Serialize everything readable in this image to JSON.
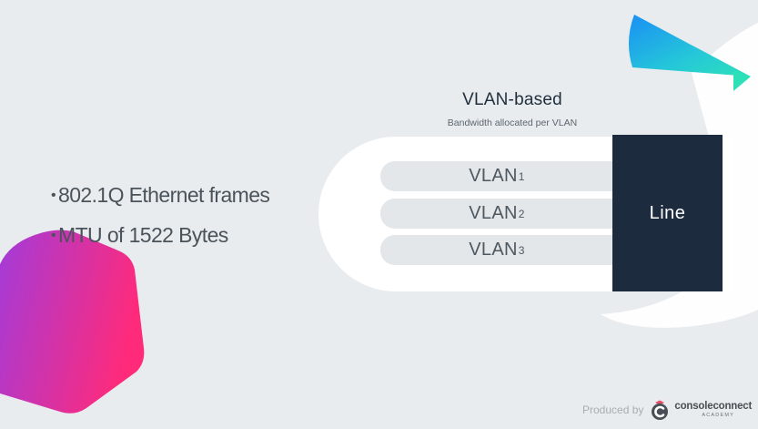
{
  "diagram": {
    "title": "VLAN-based",
    "subtitle": "Bandwidth allocated per VLAN",
    "vlans": [
      {
        "label": "VLAN",
        "sub": "1"
      },
      {
        "label": "VLAN",
        "sub": "2"
      },
      {
        "label": "VLAN",
        "sub": "3"
      }
    ],
    "line_label": "Line"
  },
  "bullets": [
    {
      "text": "802.1Q Ethernet frames"
    },
    {
      "text": "MTU of 1522 Bytes"
    }
  ],
  "footer": {
    "produced_by": "Produced by",
    "brand_name": "consoleconnect",
    "brand_sub": "ACADEMY"
  },
  "colors": {
    "background": "#e9ecee",
    "line_block": "#1c2b3e",
    "hexagon_start": "#a33bd9",
    "hexagon_end": "#ff2a7a",
    "accent_blue": "#1aa1f2",
    "accent_teal": "#2de0b8"
  }
}
